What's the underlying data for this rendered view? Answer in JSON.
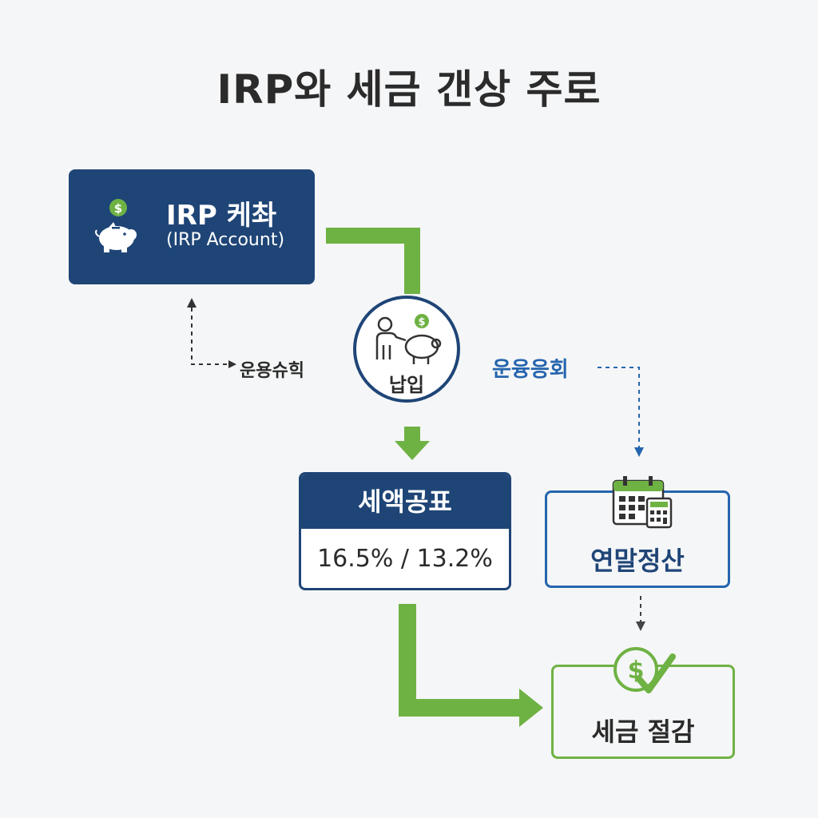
{
  "title": "IRP와 세금 갠상 주로",
  "irp": {
    "title": "IRP 케촤",
    "subtitle": "(IRP Account)"
  },
  "deposit": {
    "label": "납입"
  },
  "labels": {
    "left": "운용슈힉",
    "right": "운융응회"
  },
  "tax": {
    "title": "세액공표",
    "rate": "16.5% / 13.2%"
  },
  "settlement": {
    "label": "연말정산"
  },
  "saving": {
    "label": "세금 절감"
  },
  "icons": {
    "irp": "piggy-bank-dollar-icon",
    "deposit": "person-piggy-bank-icon",
    "settlement": "calendar-calculator-icon",
    "saving": "dollar-check-icon"
  },
  "colors": {
    "navy": "#1f4577",
    "green": "#6fb244",
    "blue": "#2565ae",
    "text": "#2b2b2b",
    "background": "#f5f6f7"
  }
}
